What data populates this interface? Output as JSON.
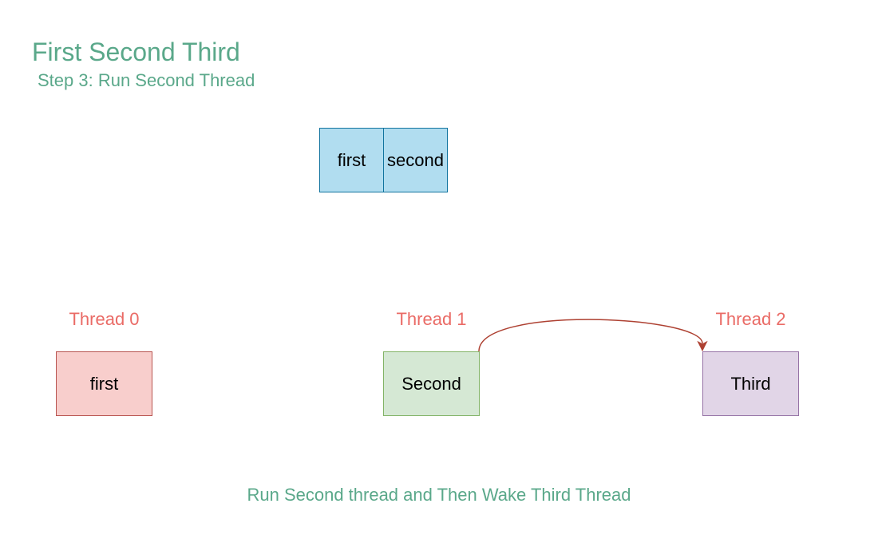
{
  "header": {
    "title": "First Second Third",
    "subtitle": "Step 3: Run Second Thread"
  },
  "queue": {
    "cells": [
      "first",
      "second"
    ],
    "fill": "#b1ddf0",
    "stroke": "#10739e"
  },
  "threads": [
    {
      "label": "Thread 0",
      "name": "first",
      "fill": "#f8cecc",
      "stroke": "#b85450"
    },
    {
      "label": "Thread 1",
      "name": "Second",
      "fill": "#d5e8d4",
      "stroke": "#82b366"
    },
    {
      "label": "Thread 2",
      "name": "Third",
      "fill": "#e1d5e7",
      "stroke": "#9673a6"
    }
  ],
  "edges": [
    {
      "from": "Thread 1",
      "to": "Thread 2",
      "color": "#ae4132"
    }
  ],
  "caption": "Run Second thread and Then Wake Third Thread",
  "colors": {
    "title": "#5aa88a",
    "thread_label": "#ea6b66"
  }
}
